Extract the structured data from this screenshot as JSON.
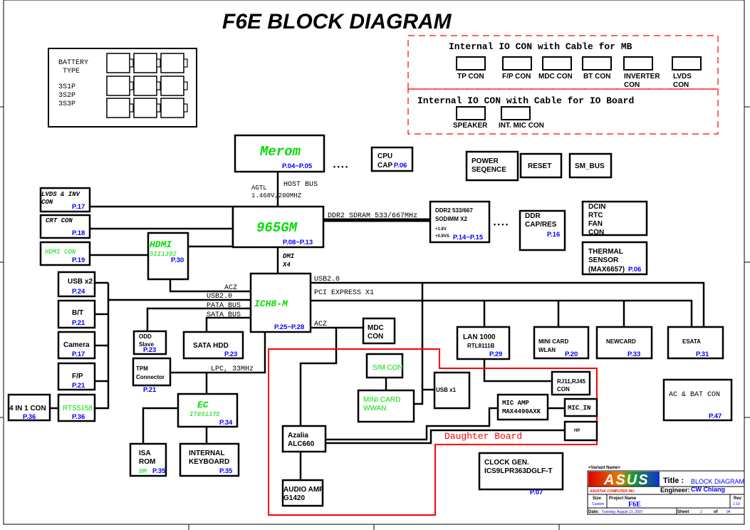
{
  "title": "F6E  BLOCK DIAGRAM",
  "colors": {
    "chip": "#00dd00",
    "page_ref": "#0000ff",
    "daughter_board": "#ff0000",
    "line": "#000000"
  },
  "battery": {
    "label1": "BATTERY",
    "label2": "TYPE",
    "types": [
      "3S1P",
      "3S2P",
      "3S3P"
    ]
  },
  "io_mb": {
    "title": "Internal IO CON with Cable for MB",
    "connectors": [
      "TP CON",
      "F/P CON",
      "MDC CON",
      "BT CON",
      "INVERTER",
      "CON",
      "LVDS",
      "CON"
    ]
  },
  "io_board": {
    "title": "Internal IO CON with Cable for IO Board",
    "connectors": [
      "SPEAKER",
      "INT. MIC CON"
    ]
  },
  "buses": {
    "host_bus": "HOST BUS",
    "agtl": "AGTL",
    "agtl_spec": "1.468V,200MHZ",
    "ddr2": "DDR2 SDRAM 533/667MHz",
    "dmi": "DMI",
    "dmi_x4": "X4",
    "acz_left": "ACZ",
    "usb_left": "USB2.0",
    "pata": "PATA BUS",
    "sata": "SATA BUS",
    "usb_right": "USB2.0",
    "pcie": "PCI EXPRESS X1",
    "acz_right": "ACZ",
    "lpc": "LPC, 33MHz",
    "dots": "• • • •",
    "daughter": "Daughter Board"
  },
  "blocks": {
    "merom": {
      "lines": [
        "Merom"
      ],
      "page": "P.04~P.05"
    },
    "cpu_cap": {
      "lines": [
        "CPU",
        "CAP"
      ],
      "page": "P.06"
    },
    "gmch": {
      "lines": [
        "965GM"
      ],
      "page": "P.08~P.13"
    },
    "sodimm": {
      "lines": [
        "DDR2 533/667",
        "SODIMM X2",
        "+1.8V",
        "+0.9VS"
      ],
      "page": "P.14~P.15"
    },
    "ddr_cap": {
      "lines": [
        "DDR",
        "CAP/RES"
      ],
      "page": "P.16"
    },
    "power_seq": {
      "lines": [
        "POWER",
        "SEQENCE"
      ]
    },
    "reset": {
      "lines": [
        "RESET"
      ]
    },
    "sm_bus": {
      "lines": [
        "SM_BUS"
      ]
    },
    "dcin": {
      "lines": [
        "DCIN",
        "RTC",
        "FAN",
        "CON"
      ]
    },
    "thermal": {
      "lines": [
        "THERMAL",
        "SENSOR",
        "(MAX6657)"
      ],
      "page": "P.06"
    },
    "lvds": {
      "lines": [
        "LVDS & INV",
        "CON"
      ],
      "page": "P.17"
    },
    "crt": {
      "lines": [
        "CRT CON"
      ],
      "page": "P.18"
    },
    "hdmi_con": {
      "lines": [
        "HDMI CON"
      ],
      "page": "P.19"
    },
    "hdmi": {
      "lines": [
        "HDMI",
        "SII1392"
      ],
      "page": "P.30"
    },
    "ich": {
      "lines": [
        "ICH8-M"
      ],
      "page": "P.25~P.28"
    },
    "usb2": {
      "lines": [
        "USB x2"
      ],
      "page": "P.24"
    },
    "bt": {
      "lines": [
        "B/T"
      ],
      "page": "P.21"
    },
    "camera": {
      "lines": [
        "Camera"
      ],
      "page": "P.17"
    },
    "fp": {
      "lines": [
        "F/P"
      ],
      "page": "P.21"
    },
    "rts": {
      "lines": [
        "RTS5158"
      ],
      "page": "P.36"
    },
    "in1": {
      "lines": [
        "4 IN 1 CON"
      ],
      "page": "P.36"
    },
    "odd": {
      "lines": [
        "ODD",
        "Slave"
      ],
      "page": "P.23"
    },
    "hdd": {
      "lines": [
        "SATA HDD"
      ],
      "page": "P.23"
    },
    "tpm": {
      "lines": [
        "TPM",
        "Connector"
      ],
      "page": "P.21"
    },
    "ec": {
      "lines": [
        "EC",
        "IT8511TE"
      ],
      "page": "P.34"
    },
    "isa": {
      "lines": [
        "ISA",
        "ROM",
        "8M"
      ],
      "page": "P.35"
    },
    "kbd": {
      "lines": [
        "INTERNAL",
        "KEYBOARD"
      ],
      "page": "P.35"
    },
    "mdc": {
      "lines": [
        "MDC",
        "CON"
      ]
    },
    "sim": {
      "lines": [
        "SIM CON"
      ]
    },
    "wwan": {
      "lines": [
        "MINI CARD",
        "WWAN"
      ]
    },
    "usb1": {
      "lines": [
        "USB x1"
      ]
    },
    "lan": {
      "lines": [
        "LAN 1000",
        "RTL8111B"
      ],
      "page": "P.29"
    },
    "rj": {
      "lines": [
        "RJ11,RJ45",
        "CON"
      ]
    },
    "wlan": {
      "lines": [
        "MINI CARD",
        "WLAN"
      ],
      "page": "P.20"
    },
    "newcard": {
      "lines": [
        "NEWCARD"
      ],
      "page": "P.33"
    },
    "esata": {
      "lines": [
        "ESATA"
      ],
      "page": "P.31"
    },
    "micamp": {
      "lines": [
        "MIC  AMP",
        "MAX4490AXK"
      ]
    },
    "micin": {
      "lines": [
        "MIC_IN"
      ]
    },
    "hp": {
      "lines": [
        "HP"
      ]
    },
    "azalia": {
      "lines": [
        "Azalia",
        "ALC660"
      ]
    },
    "audioamp": {
      "lines": [
        "AUDIO AMP",
        "G1420"
      ]
    },
    "clock": {
      "lines": [
        "CLOCK GEN.",
        "ICS9LPR363DGLF-T"
      ],
      "page": "P.07"
    },
    "acbat": {
      "lines": [
        "AC & BAT CON"
      ],
      "page": "P.47"
    }
  },
  "title_block": {
    "variant": "<Variant Name>",
    "logo": "ASUS",
    "company": "ASUSTeK COMPUTER INC",
    "title_label": "Title :",
    "title": "BLOCK DIAGRAM",
    "engineer_label": "Engineer:",
    "engineer": "CW Chiang",
    "size_label": "Size",
    "size": "Custom",
    "project_label": "Project Name",
    "project": "F6E",
    "rev_label": "Rev",
    "rev": "1.10",
    "date_label": "Date:",
    "date": "Tuesday, August 21, 2007",
    "sheet_label": "Sheet",
    "sheet": "2",
    "of_label": "of",
    "total": "94"
  }
}
